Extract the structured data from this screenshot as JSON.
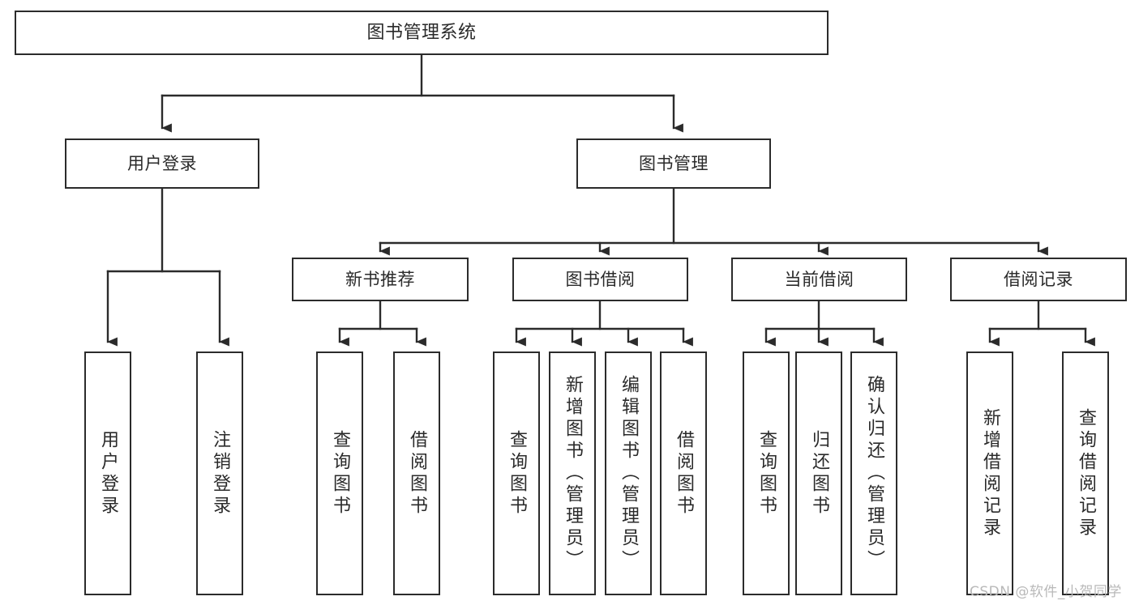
{
  "diagram": {
    "title": "图书管理系统",
    "type": "tree",
    "colors": {
      "box_border": "#2b2b2b",
      "box_fill": "#ffffff",
      "line": "#2b2b2b",
      "text": "#2a2a2a",
      "watermark": "#b9b9b9",
      "background": "#ffffff"
    },
    "nodes": {
      "root": {
        "label": "图书管理系统"
      },
      "level2": [
        {
          "label": "用户登录"
        },
        {
          "label": "图书管理"
        }
      ],
      "level3": [
        {
          "label": "新书推荐"
        },
        {
          "label": "图书借阅"
        },
        {
          "label": "当前借阅"
        },
        {
          "label": "借阅记录"
        }
      ],
      "leaves": {
        "user_login": [
          {
            "label": "用户登录"
          },
          {
            "label": "注销登录"
          }
        ],
        "new_book_recommend": [
          {
            "label": "查询图书"
          },
          {
            "label": "借阅图书"
          }
        ],
        "book_borrow": [
          {
            "label": "查询图书"
          },
          {
            "label": "新增图书（管理员）"
          },
          {
            "label": "编辑图书（管理员）"
          },
          {
            "label": "借阅图书"
          }
        ],
        "current_borrow": [
          {
            "label": "查询图书"
          },
          {
            "label": "归还图书"
          },
          {
            "label": "确认归还（管理员）"
          }
        ],
        "borrow_record": [
          {
            "label": "新增借阅记录"
          },
          {
            "label": "查询借阅记录"
          }
        ]
      }
    },
    "watermark": "CSDN @软件_小贺同学"
  }
}
